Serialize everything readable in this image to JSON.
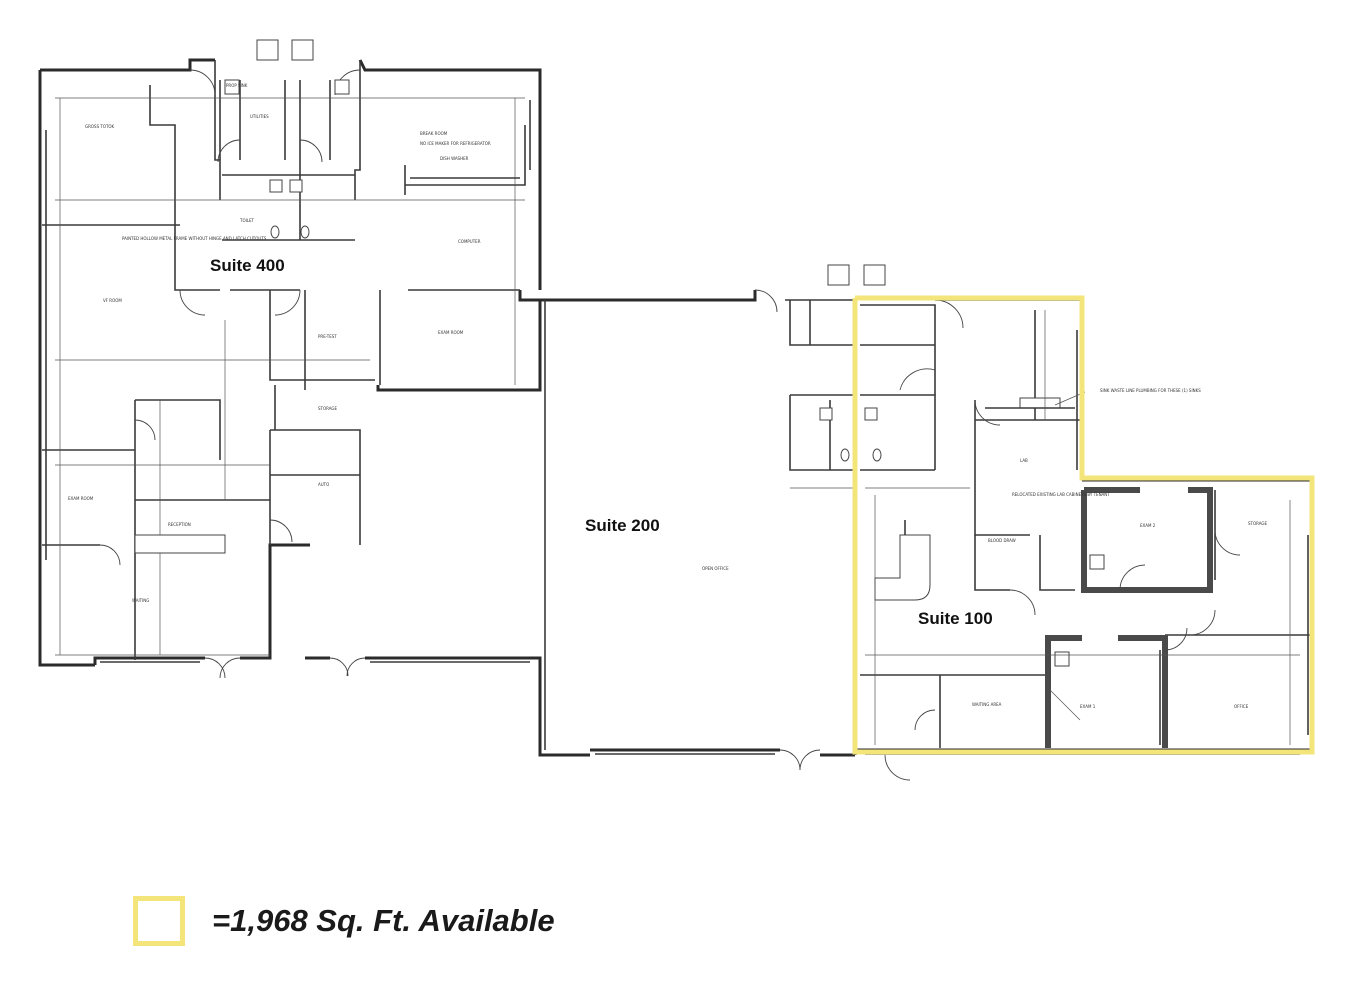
{
  "plan": {
    "suites": [
      {
        "label": "Suite 400"
      },
      {
        "label": "Suite 200"
      },
      {
        "label": "Suite 100"
      }
    ],
    "room_notes": [
      "GROSS TOTOK",
      "PROP SINK",
      "UTILITIES",
      "BREAK ROOM",
      "NO ICE MAKER FOR REFRIGERATOR",
      "DISH WASHER",
      "TOILET",
      "COMPUTER",
      "PAINTED HOLLOW METAL FRAME WITHOUT HINGE AND LATCH CUTOUTS",
      "VF ROOM",
      "EXAM ROOM",
      "PRE-TEST",
      "STORAGE",
      "AUTO",
      "EXAM ROOM",
      "RECEPTION",
      "WAITING",
      "OPEN OFFICE",
      "LAB",
      "BLOOD DRAW",
      "RELOCATED EXISTING LAB CABINETS BY TENANT",
      "EXAM 2",
      "STORAGE",
      "EXAM 1",
      "OFFICE",
      "WAITING AREA",
      "SINK WASTE LINE PLUMBING FOR THESE (1) SINKS"
    ],
    "highlight_color": "#f3e57a"
  },
  "legend": {
    "text": "=1,968 Sq. Ft. Available",
    "swatch_color": "#f3e57a"
  }
}
